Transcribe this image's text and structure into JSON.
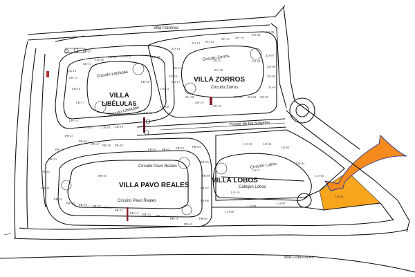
{
  "streets": {
    "north": "Villa Palomas",
    "south": "Villa Codornices",
    "ring_libelulas": "Circuito Libélulas",
    "ring_libelulas_2": "Circuito Libélulas",
    "ring_zorros": "Circuito Zorros",
    "ring_zorros_2": "Circuito Zorros",
    "paseo": "Paseo de los Nogales",
    "pavo_north": "Circuito Pavo Reales",
    "pavo_south": "Circuito Pavo Reales",
    "lobos_ring": "Circuito Lobos",
    "callejon": "Callejon Lobos"
  },
  "zones": {
    "libelulas_1": "VILLA",
    "libelulas_2": "LIBÉLULAS",
    "zorros": "VILLA ZORROS",
    "pavo": "VILLA PAVO REALES",
    "lobos": "VILLA LOBOS"
  },
  "highlight": {
    "lot": "LO-06",
    "fill": "#F7A51C",
    "arrow_fill": "#F58A1F",
    "arrow_edge": "#2A3590"
  },
  "lots": {
    "lb07": "LB-07",
    "lb08": "LB-08",
    "lb09": "LB-09",
    "lb10": "LB-10",
    "lb11": "LB-11",
    "lb12": "LB-12",
    "lb15": "LB-15",
    "lb16": "LB-16",
    "lb14": "LB-14",
    "lb17": "LB-17",
    "lb18": "LB-18",
    "lb19": "LB-19",
    "lb26": "LB-26",
    "lb25": "LB-25",
    "lb03": "LB-03",
    "lb02": "LB-02",
    "lb01": "LB-01",
    "lb06": "LB-06",
    "zo14": "ZO-14",
    "zo13": "ZO-13",
    "zo12": "ZO-12",
    "zo11": "ZO-11",
    "zo10": "ZO-10",
    "zo09": "ZO-09",
    "zo08": "ZO-08",
    "zo07": "ZO-07",
    "zo06": "ZO-06",
    "zo05": "ZO-05",
    "zo04": "ZO-04",
    "zo03": "ZO-03",
    "zo02": "ZO-02",
    "zo01": "ZO-01",
    "zo15": "ZO-15",
    "zo16": "ZO-16",
    "zo17": "ZO-17",
    "zo18": "ZO-18",
    "zo19": "ZO-19",
    "zo20": "ZO-20",
    "zo21": "ZO-21",
    "zo22": "ZO-22",
    "zo24": "ZO-24",
    "lo01": "LO-01",
    "lo02": "LO-02",
    "lo03": "LO-03",
    "lo04": "LO-04",
    "lo05": "LO-05",
    "lo07": "LO-07",
    "lo08": "LO-08",
    "lo09": "LO-09",
    "lo10": "LO-10",
    "lo11": "LO-11",
    "pr01": "PR-01",
    "pr02": "PR-02",
    "pr03": "PR-03",
    "pr04": "PR-04",
    "pr05": "PR-05",
    "pr06": "PR-06",
    "pr07": "PR-07",
    "pr08": "PR-08",
    "pr09": "PR-09",
    "pr10": "PR-10",
    "pr11": "PR-11",
    "pr12": "PR-12",
    "pr13": "PR-13",
    "pr14": "PR-14",
    "pr15": "PR-15",
    "pr16": "PR-16",
    "pr17": "PR-17",
    "pr18": "PR-18",
    "pr19": "PR-19",
    "pr20": "PR-20",
    "pr21": "PR-21",
    "pr22": "PR-22",
    "pr23": "PR-23",
    "pr24": "PR-24",
    "pr25": "PR-25",
    "pr26": "PR-26",
    "pr27": "PR-27",
    "pr28": "PR-28",
    "pr29": "PR-29",
    "pr30": "PR-30"
  }
}
